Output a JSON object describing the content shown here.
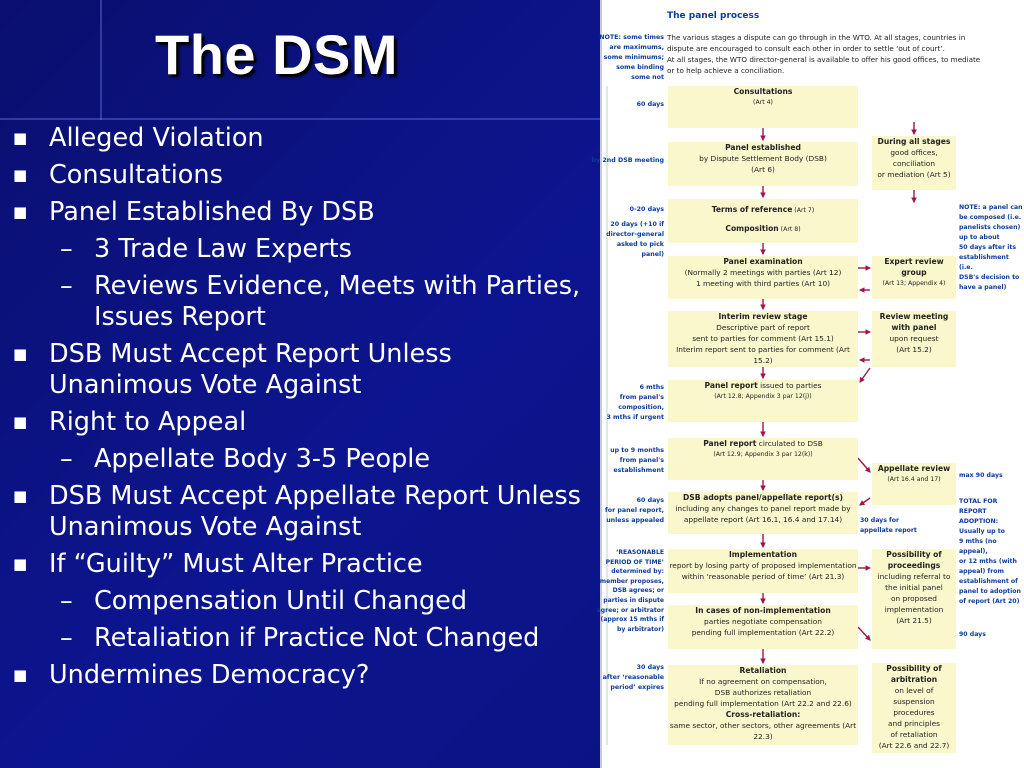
{
  "slide": {
    "title": "The DSM",
    "bullets": [
      {
        "level": 1,
        "marker": "■",
        "text": "Alleged Violation"
      },
      {
        "level": 1,
        "marker": "■",
        "text": "Consultations"
      },
      {
        "level": 1,
        "marker": "■",
        "text": "Panel Established By DSB"
      },
      {
        "level": 2,
        "marker": "–",
        "text": "3 Trade Law Experts"
      },
      {
        "level": 2,
        "marker": "–",
        "text": "Reviews Evidence, Meets with Parties, Issues Report"
      },
      {
        "level": 1,
        "marker": "■",
        "text": "DSB Must Accept Report Unless Unanimous Vote Against"
      },
      {
        "level": 1,
        "marker": "■",
        "text": "Right to Appeal"
      },
      {
        "level": 2,
        "marker": "–",
        "text": "Appellate Body 3-5 People"
      },
      {
        "level": 1,
        "marker": "■",
        "text": "DSB Must Accept Appellate Report Unless Unanimous Vote Against"
      },
      {
        "level": 1,
        "marker": "■",
        "text": "If “Guilty” Must Alter Practice"
      },
      {
        "level": 2,
        "marker": "–",
        "text": "Compensation Until Changed"
      },
      {
        "level": 2,
        "marker": "–",
        "text": "Retaliation if Practice Not Changed"
      },
      {
        "level": 1,
        "marker": "■",
        "text": "Undermines Democracy?"
      }
    ]
  },
  "figure": {
    "title": "The panel process",
    "intro_1": "The various stages a dispute can go through in the WTO. At all stages, countries in",
    "intro_2": "dispute are encouraged to consult each other in order to settle ‘out of court’.",
    "intro_3": "At all stages, the WTO director-general is available to offer his good offices, to mediate",
    "intro_4": "or to help achieve a conciliation.",
    "note_left": [
      "NOTE: some times",
      "are maximums,",
      "some minimums;",
      "some binding",
      "some not"
    ],
    "left_labels": {
      "l1": [
        "60 days"
      ],
      "l2": [
        "by 2nd DSB meeting"
      ],
      "l3": [
        "0-20 days"
      ],
      "l4": [
        "20 days (+10 if",
        "director-general",
        "asked to pick",
        "panel)"
      ],
      "l5": [
        "6 mths",
        "from panel's",
        "composition,",
        "3 mths if urgent"
      ],
      "l6": [
        "up to 9 months",
        "from panel's",
        "establishment"
      ],
      "l7": [
        "60 days",
        "for panel report,",
        "unless appealed"
      ],
      "l8": [
        "‘REASONABLE",
        "PERIOD OF TIME’",
        "determined by:",
        "member proposes,",
        "DSB agrees; or",
        "parties in dispute",
        "agree; or arbitrator",
        "(approx 15 mths if",
        "by arbitrator)"
      ],
      "l9": [
        "30 days",
        "after ‘reasonable",
        "period’ expires"
      ]
    },
    "boxes": {
      "consultations": {
        "title": "Consultations",
        "lines": [
          "(Art 4)"
        ]
      },
      "panel_established": {
        "title": "Panel established",
        "lines": [
          "by Dispute Settlement Body (DSB)",
          "(Art 6)"
        ]
      },
      "terms": {
        "t1": "Terms of reference",
        "a1": " (Art 7)",
        "t2": "Composition",
        "a2": " (Art 8)"
      },
      "panel_exam": {
        "title": "Panel examination",
        "lines": [
          "(Normally 2 meetings with parties (Art 12)",
          "1 meeting with third parties (Art 10)"
        ]
      },
      "interim": {
        "title": "Interim review stage",
        "lines": [
          "Descriptive part of report",
          "sent to parties for comment (Art 15.1)",
          "Interim report sent to parties for comment (Art 15.2)"
        ]
      },
      "panel_report_1": {
        "title": "Panel report",
        "rest": " issued to parties",
        "lines": [
          "(Art 12.8; Appendix 3 par 12(j))"
        ]
      },
      "panel_report_2": {
        "title": "Panel report",
        "rest": " circulated to DSB",
        "lines": [
          "(Art 12.9; Appendix 3 par 12(k))"
        ]
      },
      "dsb_adopts": {
        "title": "DSB adopts panel/appellate report(s)",
        "lines": [
          "including any changes to panel report made by",
          "appellate report (Art 16.1, 16.4 and 17.14)"
        ]
      },
      "implementation": {
        "title": "Implementation",
        "lines": [
          "report by losing party of proposed implementation",
          "within ‘reasonable period of time’ (Art 21.3)"
        ]
      },
      "non_impl": {
        "title": "In cases of non-implementation",
        "lines": [
          "parties negotiate compensation",
          "pending full implementation (Art 22.2)"
        ]
      },
      "retaliation": {
        "title": "Retaliation",
        "lines": [
          "If no agreement on compensation,",
          "DSB authorizes retaliation",
          "pending full implementation (Art 22.2 and 22.6)"
        ],
        "title2": "Cross-retaliation:",
        "lines2": [
          "same sector, other sectors, other agreements (Art 22.3)"
        ]
      },
      "all_stages": {
        "title": "During all stages",
        "lines": [
          "good offices,",
          "conciliation",
          "or mediation (Art 5)"
        ]
      },
      "expert": {
        "title": "Expert review group",
        "lines": [
          "(Art 13; Appendix 4)"
        ]
      },
      "review_meeting": {
        "title": "Review meeting with panel",
        "lines": [
          "upon request",
          "(Art 15.2)"
        ]
      },
      "appellate": {
        "title": "Appellate review",
        "lines": [
          "(Art 16.4 and 17)"
        ]
      },
      "possibility_proc": {
        "title": "Possibility of proceedings",
        "lines": [
          "including referral to",
          "the initial panel",
          "on proposed",
          "implementation",
          "(Art 21.5)"
        ]
      },
      "possibility_arb": {
        "title": "Possibility of arbitration",
        "lines": [
          "on level of",
          "suspension procedures",
          "and principles",
          "of retaliation",
          "(Art 22.6 and 22.7)"
        ]
      }
    },
    "right_labels": {
      "note_panel": [
        "NOTE: a panel can",
        "be composed (i.e.",
        "panelists chosen)",
        "up to about",
        "50 days after its",
        "establishment (i.e.",
        "DSB's decision to",
        "have a panel)"
      ],
      "max90": [
        "max 90 days"
      ],
      "total": [
        "TOTAL FOR",
        "REPORT ADOPTION:",
        "Usually up to",
        "9 mths (no appeal),",
        "or 12 mths (with",
        "appeal) from",
        "establishment of",
        "panel to adoption",
        "of report (Art 20)"
      ],
      "days30": [
        "30 days for",
        "appellate report"
      ],
      "days90": [
        "90 days"
      ]
    }
  }
}
